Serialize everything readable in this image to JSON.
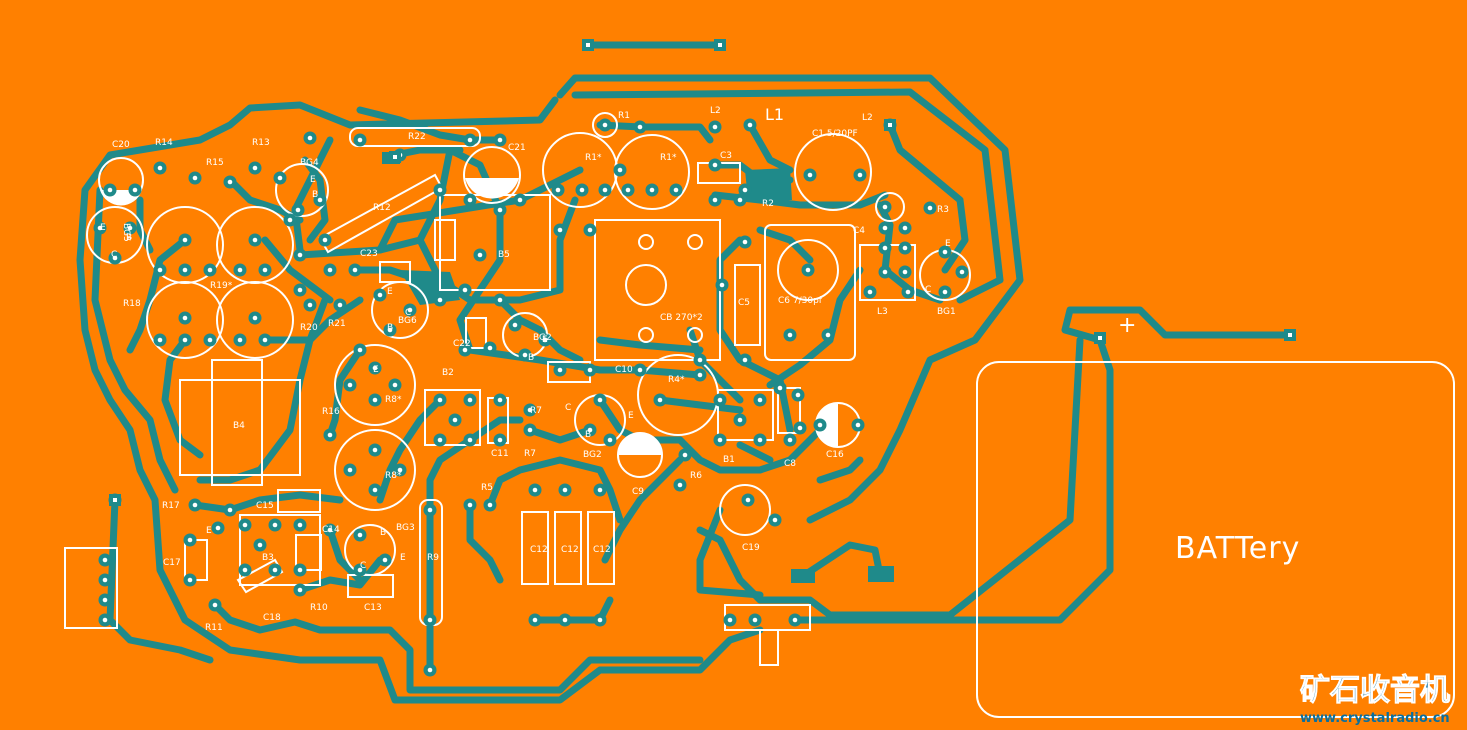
{
  "colors": {
    "board": "#ff8000",
    "trace": "#1f8a8a",
    "silk": "#ffffff",
    "pad": "#1f8a8a",
    "hole": "#ffffff",
    "watermark": "#0a6f9e"
  },
  "battery": {
    "label": "BATTery",
    "plus": "+"
  },
  "labels": {
    "L1": "L1",
    "L2a": "L2",
    "L2b": "L2",
    "C1": "C1 5/20PF",
    "C3": "C3",
    "R1": "R1",
    "R1s_a": "R1*",
    "R1s_b": "R1*",
    "R2": "R2",
    "R3": "R3",
    "C4": "C4",
    "L3": "L3",
    "BG1": "BG1",
    "C5": "C5",
    "C6": "C6 7/30pf",
    "CB": "CB 270*2",
    "C20": "C20",
    "R14": "R14",
    "R15": "R15",
    "R13": "R13",
    "BG4": "BG4",
    "R22": "R22",
    "C21": "C21",
    "R12": "R12",
    "B5": "B5",
    "C23": "C23",
    "R19": "R19*",
    "R18": "R18",
    "R20": "R20",
    "R21": "R21",
    "BG6": "BG6",
    "BG5": "BG5",
    "C22": "C22",
    "BG2b": "BG2",
    "C10": "C10",
    "R4": "R4*",
    "B2": "B2",
    "R8a": "R8*",
    "R8b": "R8*",
    "R16": "R16",
    "R7a": "R7",
    "R7b": "R7",
    "C11": "C11",
    "BG2": "BG2",
    "C9": "C9",
    "B1": "B1",
    "C8": "C8",
    "C16": "C16",
    "R6": "R6",
    "B4": "B4",
    "R17": "R17",
    "C15": "C15",
    "C14": "C14",
    "B3": "B3",
    "BG3": "BG3",
    "R9": "R9",
    "R5": "R5",
    "C12a": "C12",
    "C12b": "C12",
    "C12c": "C12",
    "C19": "C19",
    "C17": "C17",
    "R11": "R11",
    "C18": "C18",
    "R10": "R10",
    "C13": "C13",
    "E1": "E",
    "B1p": "B",
    "C1p": "C",
    "E2": "E",
    "B2p": "B",
    "E3": "E",
    "B3p": "B",
    "C3p": "C",
    "E4": "E",
    "B4p": "B",
    "E5": "E",
    "B5p": "B",
    "C5p": "C",
    "E6": "E",
    "C6p": "C",
    "E7": "E",
    "B7p": "B",
    "E8": "E",
    "C8p": "C",
    "E9": "E"
  },
  "watermark": {
    "title": "矿石收音机",
    "url": "www.crystalradio.cn"
  }
}
